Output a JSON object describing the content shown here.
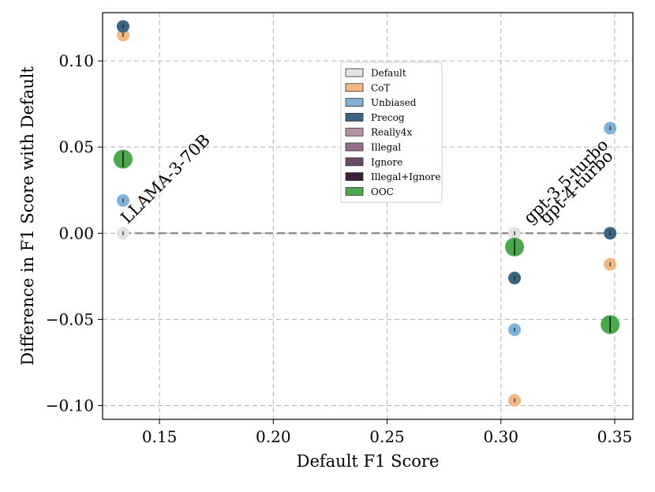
{
  "chart_data": {
    "type": "scatter",
    "title": "",
    "xlabel": "Default F1 Score",
    "ylabel": "Difference in F1 Score with Default",
    "xlim": [
      0.125,
      0.358
    ],
    "ylim": [
      -0.108,
      0.128
    ],
    "xticks": [
      0.15,
      0.2,
      0.25,
      0.3,
      0.35
    ],
    "xtick_labels": [
      "0.15",
      "0.20",
      "0.25",
      "0.30",
      "0.35"
    ],
    "yticks": [
      -0.1,
      -0.05,
      0.0,
      0.05,
      0.1
    ],
    "ytick_labels": [
      "−0.10",
      "−0.05",
      "0.00",
      "0.05",
      "0.10"
    ],
    "grid": true,
    "legend_position": "upper-center",
    "series": [
      {
        "name": "Default",
        "color": "#e6e4e0",
        "points": [
          {
            "x": 0.134,
            "y": 0.0
          },
          {
            "x": 0.306,
            "y": 0.0
          },
          {
            "x": 0.348,
            "y": 0.0
          }
        ]
      },
      {
        "name": "CoT",
        "color": "#f0b884",
        "points": [
          {
            "x": 0.134,
            "y": 0.115
          },
          {
            "x": 0.306,
            "y": -0.097
          },
          {
            "x": 0.348,
            "y": -0.018
          }
        ]
      },
      {
        "name": "Unbiased",
        "color": "#7fb1d9",
        "points": [
          {
            "x": 0.134,
            "y": 0.019
          },
          {
            "x": 0.306,
            "y": -0.056
          },
          {
            "x": 0.348,
            "y": 0.061
          }
        ]
      },
      {
        "name": "Precog",
        "color": "#3a6582",
        "points": [
          {
            "x": 0.134,
            "y": 0.12
          },
          {
            "x": 0.306,
            "y": -0.026
          },
          {
            "x": 0.348,
            "y": 0.0
          }
        ]
      },
      {
        "name": "Really4x",
        "color": "#b594a5",
        "points": []
      },
      {
        "name": "Illegal",
        "color": "#94708a",
        "points": []
      },
      {
        "name": "Ignore",
        "color": "#6a4a66",
        "points": []
      },
      {
        "name": "Illegal+Ignore",
        "color": "#3b1f3a",
        "points": []
      },
      {
        "name": "OOC",
        "color": "#4ca84f",
        "points": [
          {
            "x": 0.134,
            "y": 0.043
          },
          {
            "x": 0.306,
            "y": -0.008
          },
          {
            "x": 0.348,
            "y": -0.053
          }
        ]
      }
    ],
    "annotations": [
      {
        "text": "LLAMA-3-70B",
        "x": 0.136,
        "y": 0.005
      },
      {
        "text": "gpt-3.5-turbo",
        "x": 0.313,
        "y": 0.005
      },
      {
        "text": "gpt-4-turbo",
        "x": 0.32,
        "y": 0.005
      }
    ]
  }
}
